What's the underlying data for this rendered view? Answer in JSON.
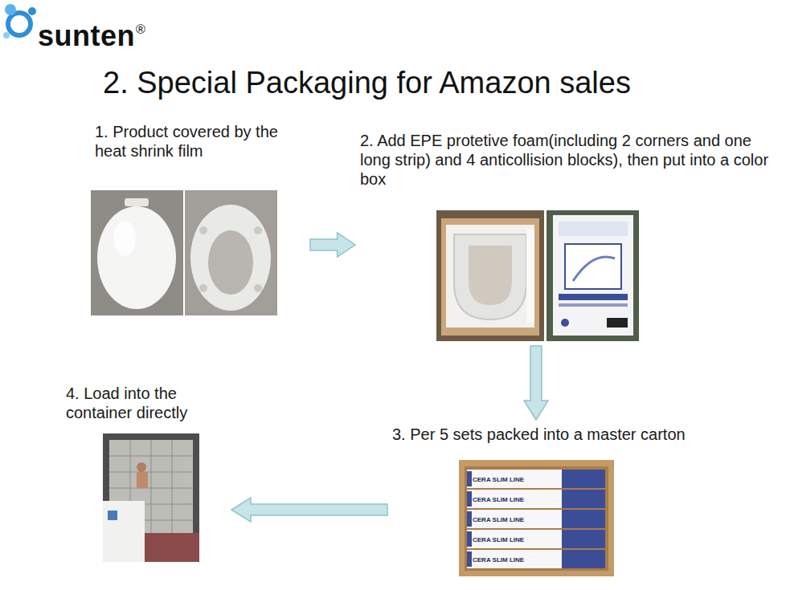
{
  "diagram": {
    "title": "2. Special Packaging for Amazon sales",
    "nodes": [
      {
        "text": [
          "1. Product covered by the heat shrink film"
        ]
      },
      {
        "text": [
          "2. Add EPE protetive foam(including 2 corners and one long strip) and 4 anticollision blocks), then put into a color box"
        ]
      },
      {
        "text": [
          "3. Per 5 sets packed into a master carton"
        ]
      },
      {
        "text": [
          "4. Load into the container directly"
        ]
      }
    ],
    "edges": [
      {
        "from": 0,
        "to": 1,
        "arrow": "to"
      },
      {
        "from": 1,
        "to": 2,
        "arrow": "to"
      },
      {
        "from": 2,
        "to": 3,
        "arrow": "to"
      }
    ],
    "labels": [
      "sunten",
      "®",
      "CERA SLIM LINE",
      "CERA SLIM LINE",
      "CERA SLIM LINE",
      "CERA SLIM LINE",
      "CERA SLIM LINE"
    ]
  }
}
